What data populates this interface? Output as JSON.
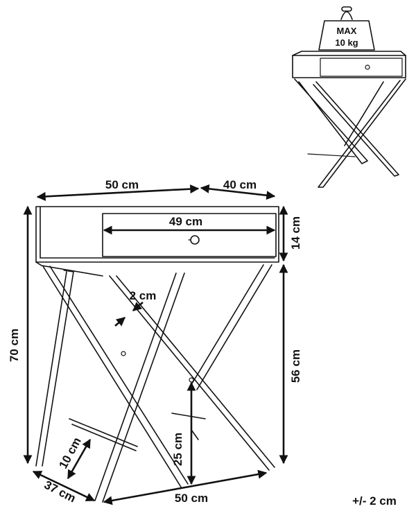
{
  "labels": {
    "top_width": "50 cm",
    "top_depth": "40 cm",
    "drawer_width": "49 cm",
    "drawer_height": "14 cm",
    "leg_thickness": "2 cm",
    "total_height": "70 cm",
    "leg_height": "56 cm",
    "bar_height": "25 cm",
    "bar_offset": "10 cm",
    "base_depth": "37 cm",
    "base_width": "50 cm",
    "tolerance": "+/- 2 cm"
  },
  "weight": {
    "line1": "MAX",
    "line2": "10 kg"
  },
  "icons": [
    "weight-icon",
    "drawer-knob-icon"
  ],
  "colors": {
    "line": "#111111",
    "background": "#ffffff"
  }
}
